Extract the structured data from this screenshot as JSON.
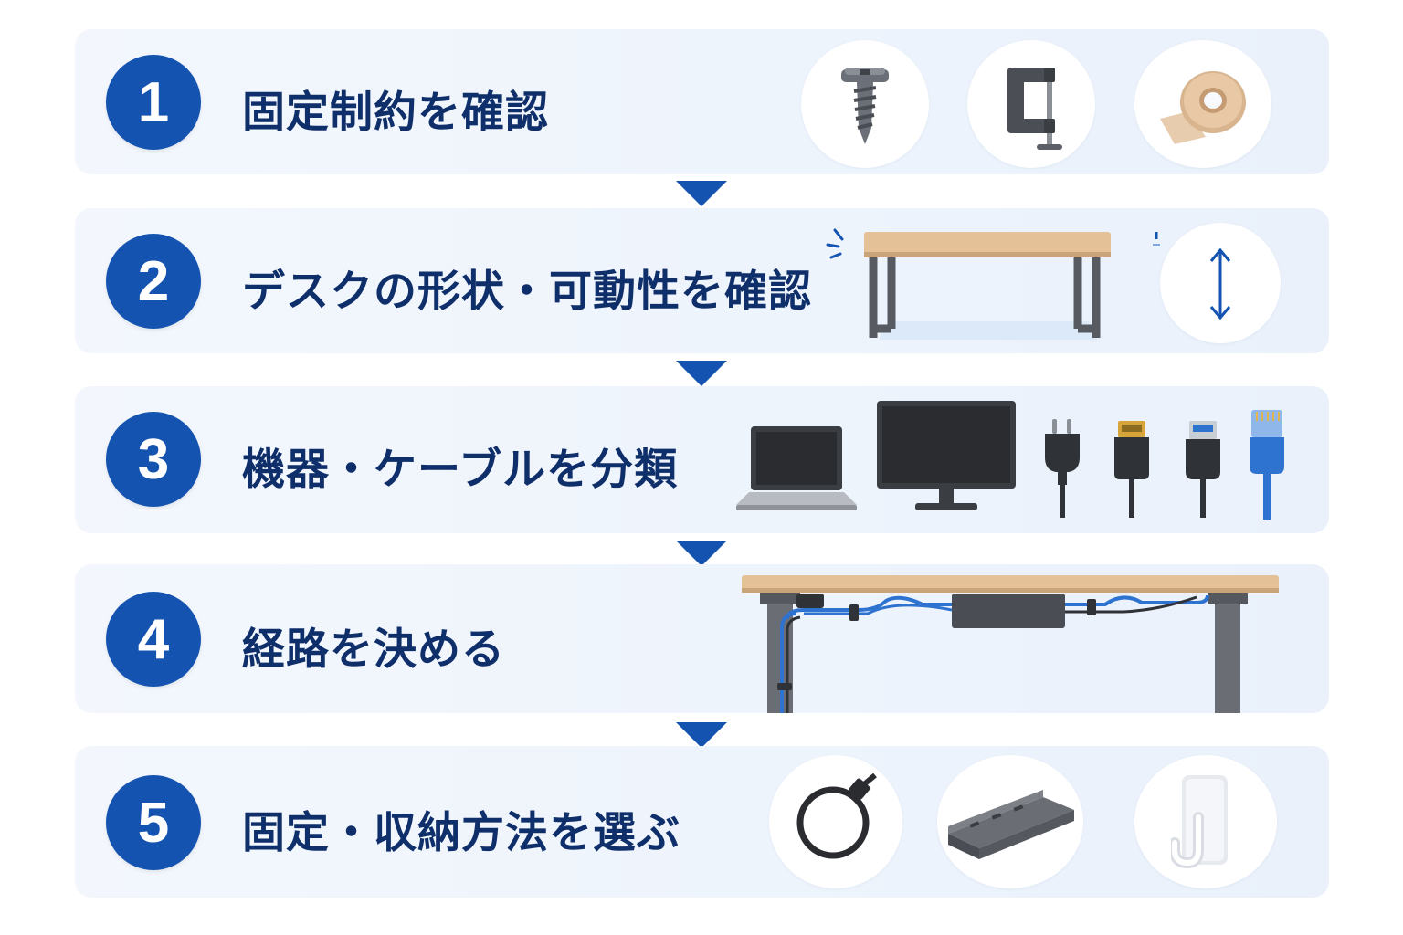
{
  "steps": [
    {
      "number": "1",
      "label": "固定制約を確認",
      "icons": [
        "screw-icon",
        "c-clamp-icon",
        "tape-roll-icon"
      ]
    },
    {
      "number": "2",
      "label": "デスクの形状・可動性を確認",
      "icons": [
        "desk-icon",
        "height-adjust-icon"
      ]
    },
    {
      "number": "3",
      "label": "機器・ケーブルを分類",
      "icons": [
        "laptop-icon",
        "monitor-icon",
        "power-plug-icon",
        "hdmi-cable-icon",
        "usb-cable-icon",
        "lan-cable-icon"
      ]
    },
    {
      "number": "4",
      "label": "経路を決める",
      "icons": [
        "desk-cable-routing-icon"
      ]
    },
    {
      "number": "5",
      "label": "固定・収納方法を選ぶ",
      "icons": [
        "cable-tie-icon",
        "cable-tray-icon",
        "adhesive-hook-icon"
      ]
    }
  ],
  "colors": {
    "accent": "#1553b0",
    "label": "#0f2f6b",
    "panel": "#eef4fc",
    "wood": "#e7c49a",
    "metal": "#55595f",
    "cable_blue": "#2f73d0"
  }
}
